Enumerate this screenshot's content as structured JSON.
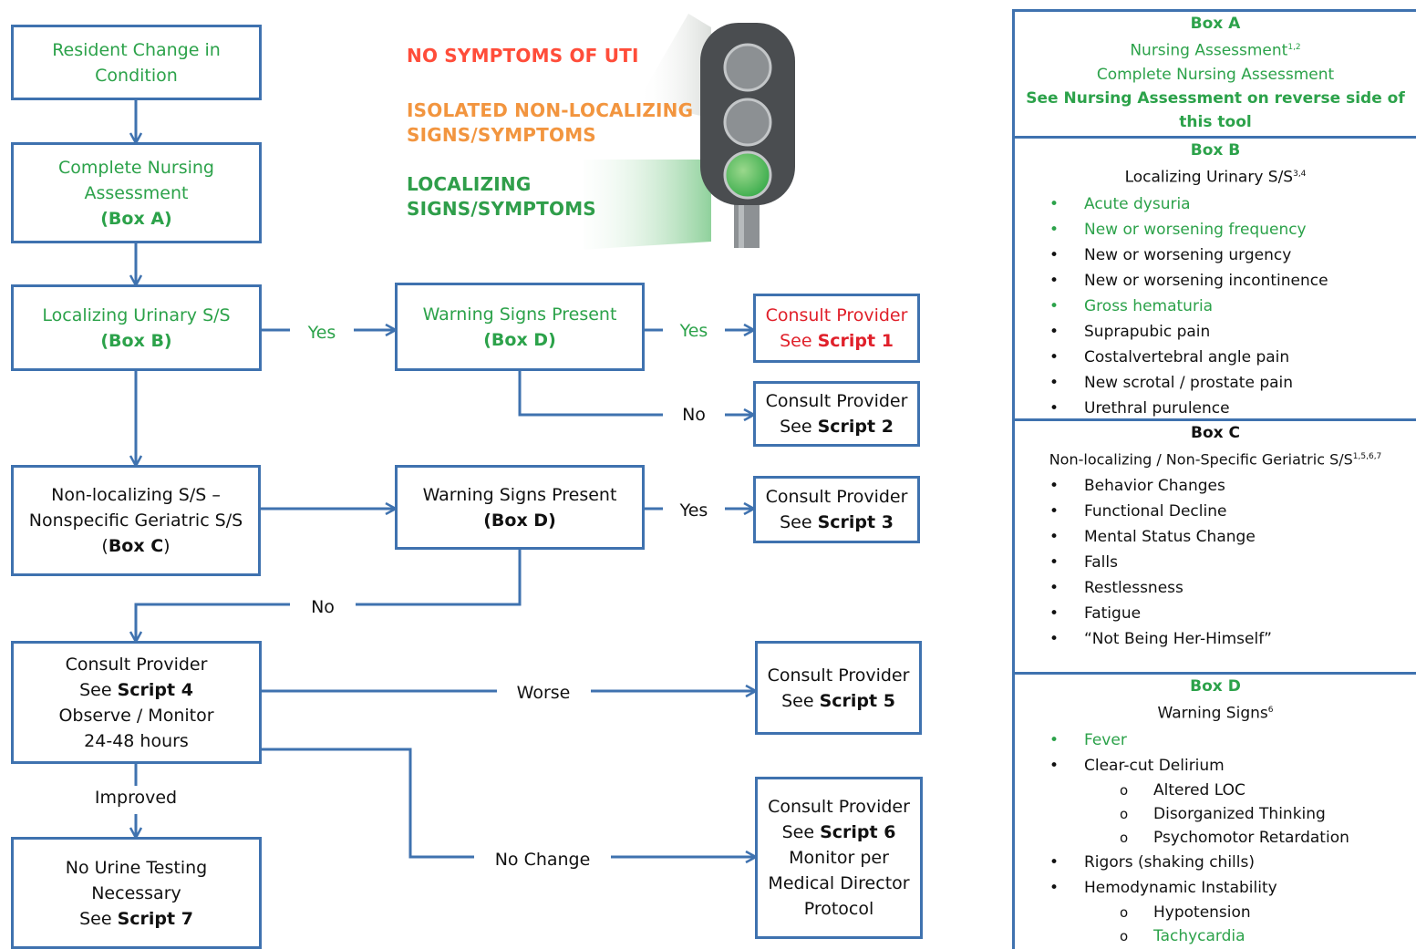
{
  "flow": {
    "resident_change": "Resident Change in Condition",
    "nursing_assessment": [
      "Complete Nursing",
      "Assessment",
      "(Box A)"
    ],
    "localizing": [
      "Localizing Urinary S/S",
      "(Box B)"
    ],
    "warning1": [
      "Warning Signs Present",
      "(Box D)"
    ],
    "consult1": [
      "Consult Provider",
      "See ",
      "Script 1"
    ],
    "consult2": [
      "Consult Provider",
      "See ",
      "Script 2"
    ],
    "nonlocalizing": [
      "Non-localizing S/S –",
      "Nonspecific Geriatric S/S",
      "(",
      "Box C",
      ")"
    ],
    "warning2": [
      "Warning Signs Present",
      "(Box D)"
    ],
    "consult3": [
      "Consult Provider",
      "See ",
      "Script 3"
    ],
    "consult4": [
      "Consult Provider",
      "See ",
      "Script 4",
      "Observe / Monitor",
      "24-48 hours"
    ],
    "consult5": [
      "Consult Provider",
      "See ",
      "Script 5"
    ],
    "no_urine": [
      "No Urine Testing",
      "Necessary",
      "See ",
      "Script 7"
    ],
    "consult6": [
      "Consult Provider",
      "See ",
      "Script 6",
      "Monitor per",
      "Medical Director",
      "Protocol"
    ],
    "labels": {
      "yes1": "Yes",
      "yes2": "Yes",
      "no1": "No",
      "yes3": "Yes",
      "no2": "No",
      "worse": "Worse",
      "no_change": "No Change",
      "improved": "Improved"
    }
  },
  "legend": {
    "no_symptoms": "NO SYMPTOMS OF UTI",
    "isolated": [
      "ISOLATED NON-LOCALIZING",
      "SIGNS/SYMPTOMS"
    ],
    "localizing": [
      "LOCALIZING",
      "SIGNS/SYMPTOMS"
    ]
  },
  "panel": {
    "box_a": {
      "title": "Box A",
      "line1": "Nursing Assessment",
      "line1_sup": "1,2",
      "line2": "Complete Nursing Assessment",
      "line3": "See Nursing Assessment on reverse side of this tool"
    },
    "box_b": {
      "title": "Box B",
      "subtitle": "Localizing Urinary S/S",
      "subtitle_sup": "3,4",
      "items": [
        "Acute dysuria",
        "New or worsening frequency",
        "New or worsening urgency",
        "New or worsening incontinence",
        "Gross hematuria",
        "Suprapubic pain",
        "Costalvertebral angle pain",
        "New scrotal / prostate pain",
        "Urethral purulence"
      ]
    },
    "box_c": {
      "title": "Box C",
      "subtitle": "Non-localizing / Non-Specific Geriatric S/S",
      "subtitle_sup": "1,5,6,7",
      "items": [
        "Behavior Changes",
        "Functional Decline",
        "Mental Status Change",
        "Falls",
        "Restlessness",
        "Fatigue",
        "“Not Being Her-Himself”"
      ]
    },
    "box_d": {
      "title": "Box D",
      "subtitle": "Warning Signs",
      "subtitle_sup": "6",
      "fever": "Fever",
      "delirium": "Clear-cut Delirium",
      "delirium_items": [
        "Altered LOC",
        "Disorganized Thinking",
        "Psychomotor Retardation"
      ],
      "rigors": "Rigors (shaking chills)",
      "hemo": "Hemodynamic Instability",
      "hemo_items": [
        "Hypotension",
        "Tachycardia"
      ]
    }
  }
}
